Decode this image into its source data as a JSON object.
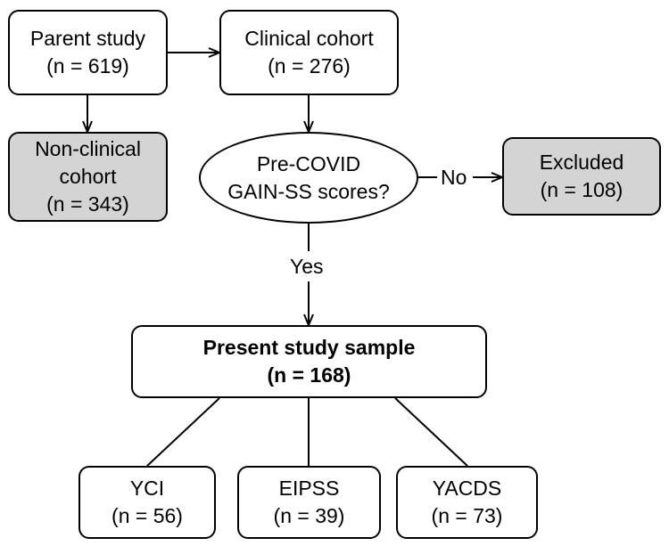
{
  "nodes": {
    "parent_study": {
      "line1": "Parent study",
      "line2": "(n = 619)"
    },
    "clinical_cohort": {
      "line1": "Clinical cohort",
      "line2": "(n = 276)"
    },
    "non_clinical_cohort": {
      "line1": "Non-clinical",
      "line2": "cohort",
      "line3": "(n = 343)"
    },
    "decision": {
      "line1": "Pre-COVID",
      "line2": "GAIN-SS scores?"
    },
    "excluded": {
      "line1": "Excluded",
      "line2": "(n = 108)"
    },
    "present_sample": {
      "line1": "Present study sample",
      "line2": "(n = 168)"
    },
    "yci": {
      "line1": "YCI",
      "line2": "(n = 56)"
    },
    "eipss": {
      "line1": "EIPSS",
      "line2": "(n = 39)"
    },
    "yacds": {
      "line1": "YACDS",
      "line2": "(n = 73)"
    }
  },
  "edges": {
    "no_label": "No",
    "yes_label": "Yes"
  },
  "colors": {
    "excluded_fill": "#d4d4d4",
    "line": "#000000"
  }
}
